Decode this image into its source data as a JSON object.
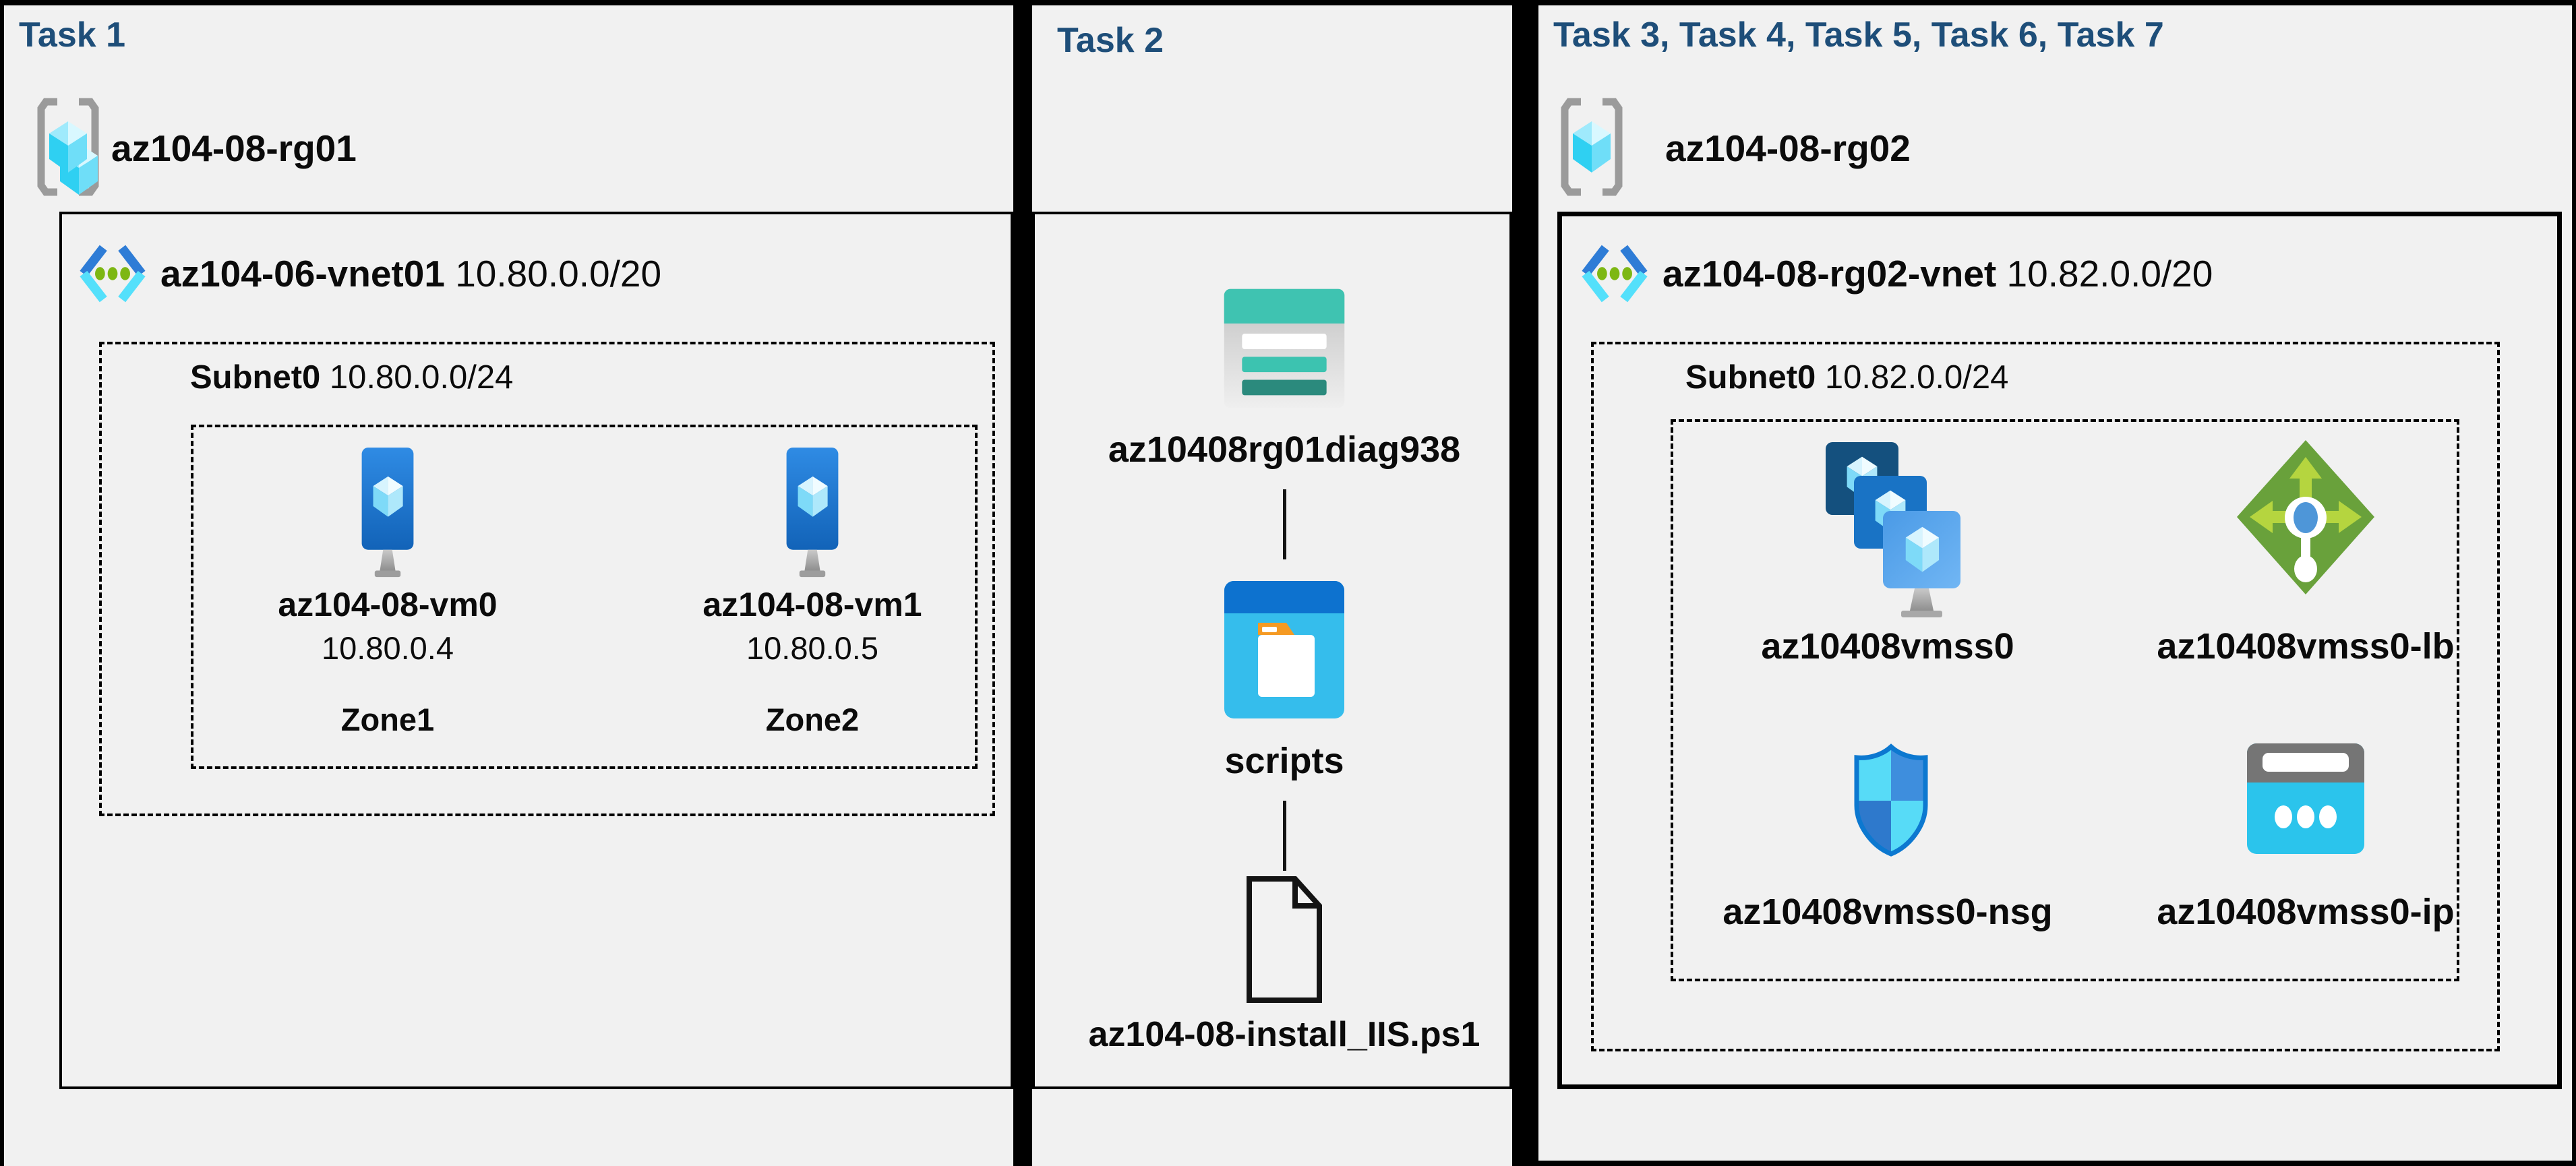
{
  "canvas": {
    "background": "#000000",
    "panel_background": "#f1f1f1",
    "title_color": "#1e4e79",
    "text_color": "#0b0b0b"
  },
  "icons": {
    "resource_group": "resource-group-icon",
    "virtual_network": "vnet-icon",
    "virtual_machine": "vm-icon",
    "storage_account": "storage-account-icon",
    "blob_container": "blob-container-icon",
    "script_file": "file-icon",
    "vm_scale_set": "vmss-icon",
    "load_balancer": "load-balancer-icon",
    "network_security_group": "nsg-icon",
    "public_ip": "public-ip-icon"
  },
  "task1": {
    "title": "Task 1",
    "resource_group": "az104-08-rg01",
    "vnet": {
      "name": "az104-06-vnet01",
      "cidr": "10.80.0.0/20"
    },
    "subnet": {
      "name": "Subnet0",
      "cidr": "10.80.0.0/24"
    },
    "vms": [
      {
        "name": "az104-08-vm0",
        "ip": "10.80.0.4",
        "zone": "Zone1"
      },
      {
        "name": "az104-08-vm1",
        "ip": "10.80.0.5",
        "zone": "Zone2"
      }
    ]
  },
  "task2": {
    "title": "Task 2",
    "storage_account": "az10408rg01diag938",
    "container": "scripts",
    "script_file": "az104-08-install_IIS.ps1"
  },
  "task3": {
    "title": "Task 3, Task 4, Task 5, Task 6, Task 7",
    "resource_group": "az104-08-rg02",
    "vnet": {
      "name": "az104-08-rg02-vnet",
      "cidr": "10.82.0.0/20"
    },
    "subnet": {
      "name": "Subnet0",
      "cidr": "10.82.0.0/24"
    },
    "resources": [
      {
        "name": "az10408vmss0",
        "icon": "vmss-icon"
      },
      {
        "name": "az10408vmss0-lb",
        "icon": "load-balancer-icon"
      },
      {
        "name": "az10408vmss0-nsg",
        "icon": "nsg-icon"
      },
      {
        "name": "az10408vmss0-ip",
        "icon": "public-ip-icon"
      }
    ]
  }
}
